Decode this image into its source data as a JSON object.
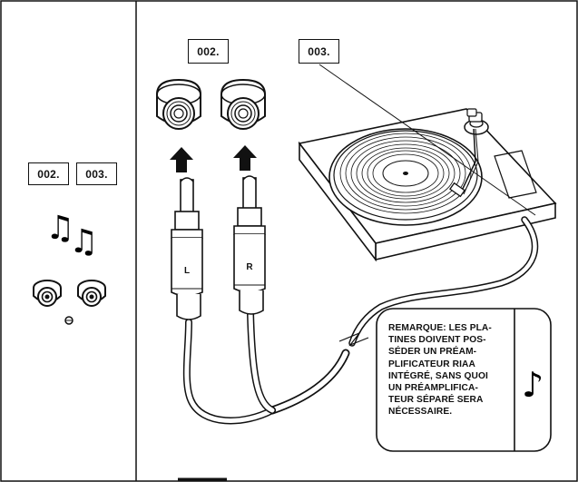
{
  "labels": {
    "sidebar_a": "002.",
    "sidebar_b": "003.",
    "top_002": "002.",
    "top_003": "003."
  },
  "cable_markings": {
    "left": "L",
    "right": "R"
  },
  "note_lines": [
    "REMARQUE: LES PLA-",
    "TINES DOIVENT POS-",
    "SÉDER UN PRÉAM-",
    "PLIFICATEUR RIAA",
    "INTÉGRÉ, SANS QUOI",
    "UN PRÉAMPLIFICA-",
    "TEUR SÉPARÉ SERA",
    "NÉCESSAIRE."
  ],
  "icons": {
    "note_symbol": "♪",
    "music_symbol": "♫"
  }
}
